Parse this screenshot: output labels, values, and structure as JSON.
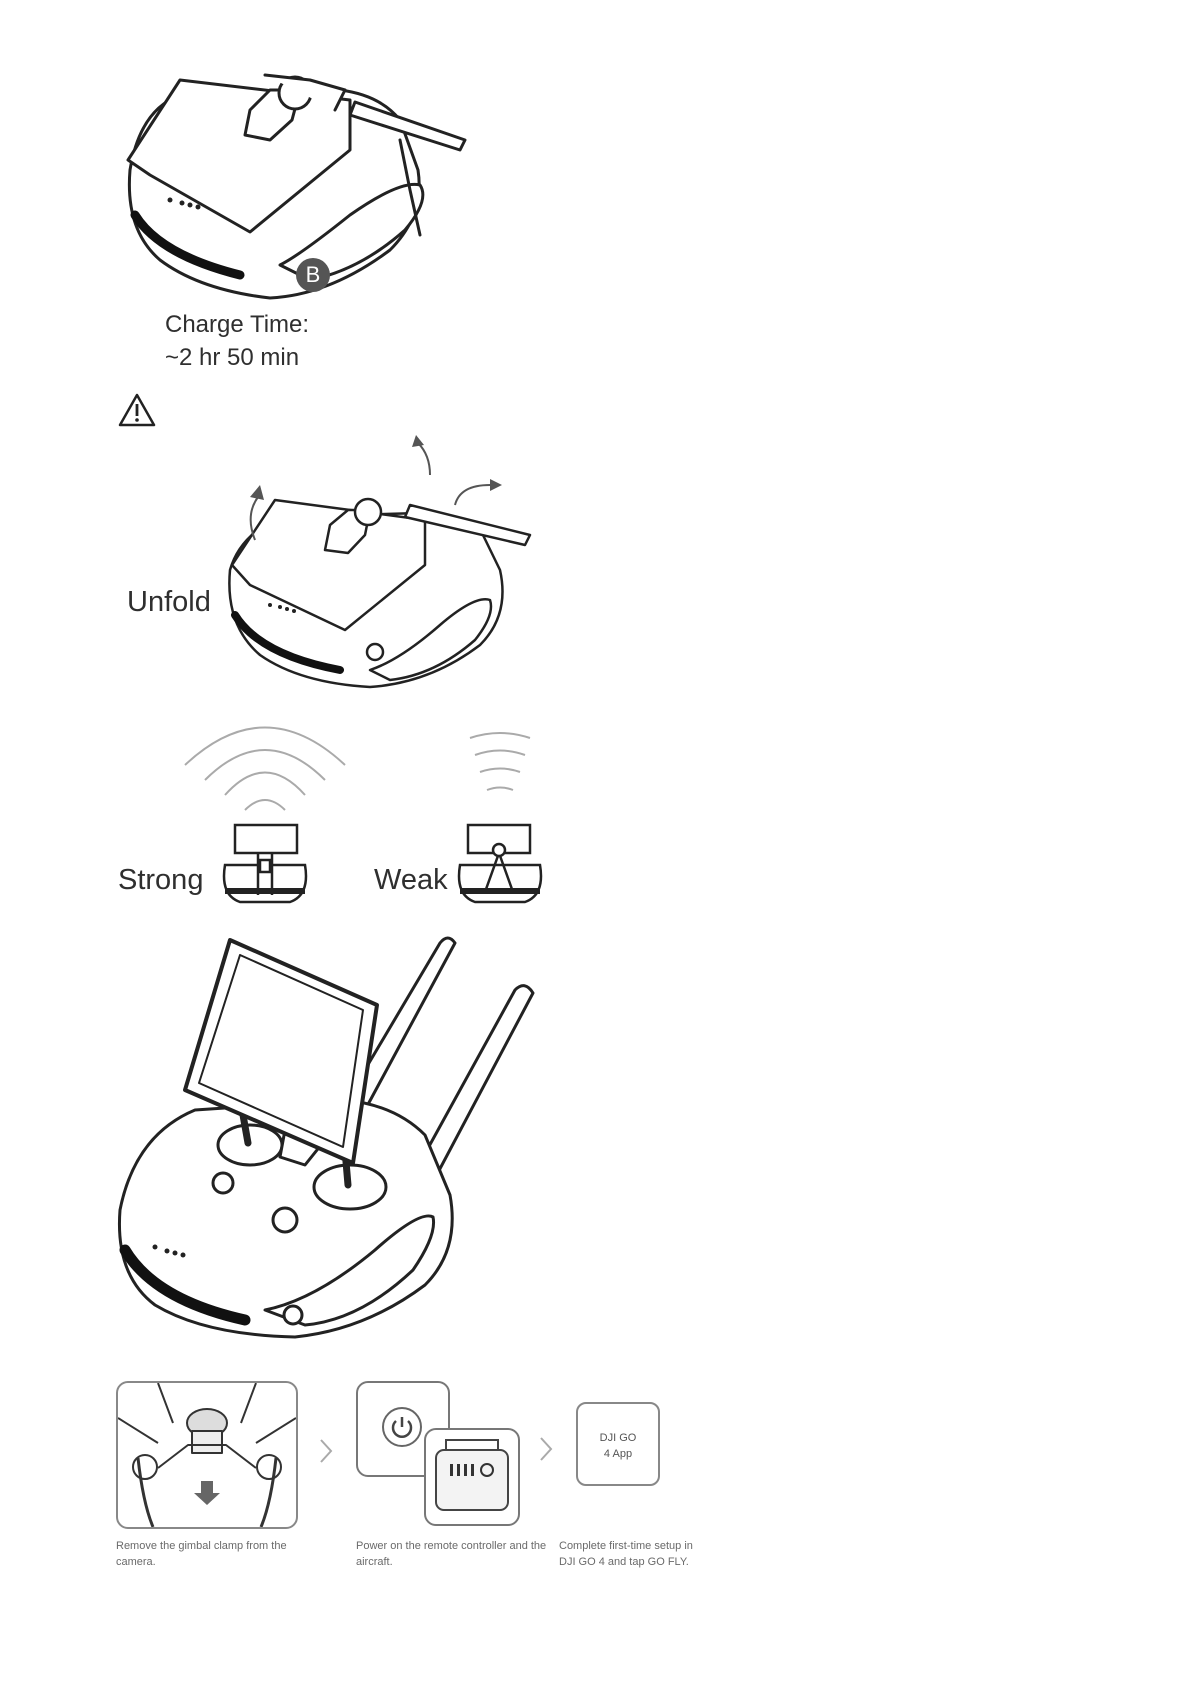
{
  "charging": {
    "port_badge": "B",
    "charge_label": "Charge Time:",
    "charge_value": "~2 hr 50 min"
  },
  "warning": {
    "icon": "warning-triangle-icon"
  },
  "unfold": {
    "label": "Unfold"
  },
  "signal": {
    "strong_label": "Strong",
    "weak_label": "Weak"
  },
  "steps": [
    {
      "caption": "Remove the gimbal clamp from the camera."
    },
    {
      "caption": "Power on the remote controller and the aircraft."
    },
    {
      "caption": "Complete first-time setup in DJI GO 4 and tap GO FLY.",
      "app_line1": "DJI GO",
      "app_line2": "4 App"
    }
  ]
}
